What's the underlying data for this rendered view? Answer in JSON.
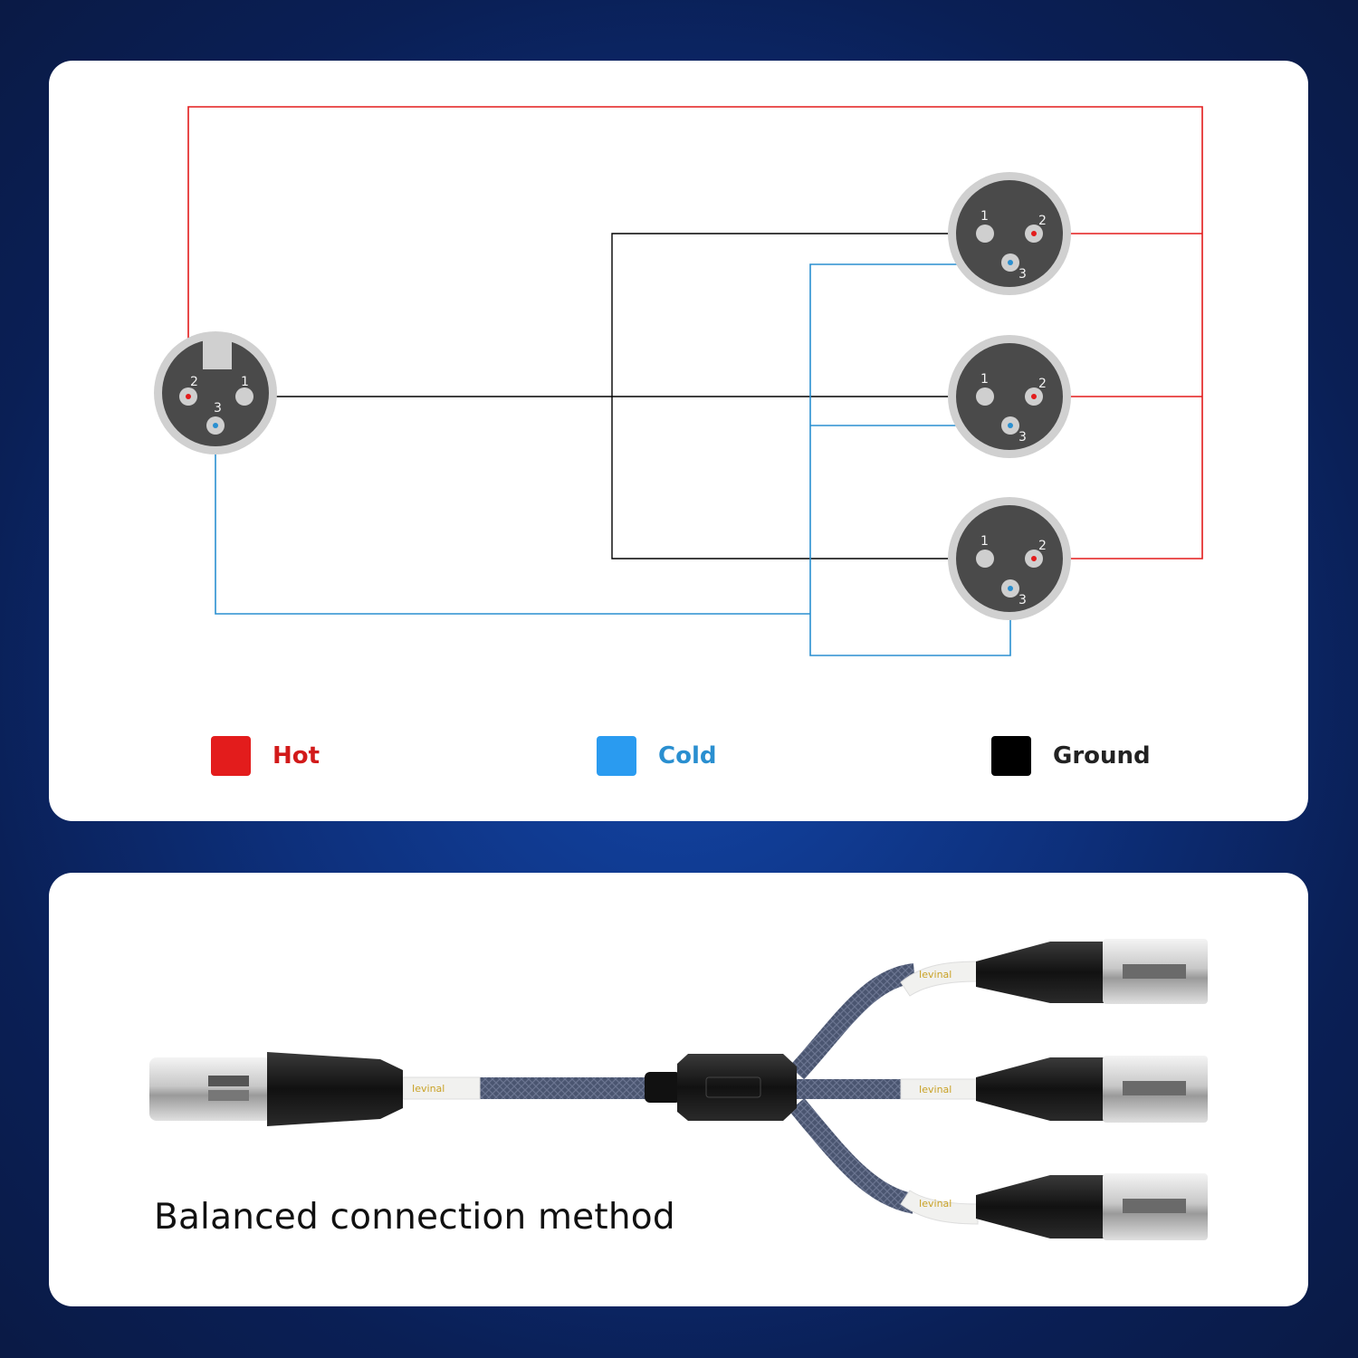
{
  "colors": {
    "hot": "#e31c1c",
    "cold": "#2a9bf0",
    "ground": "#000000",
    "background": "#0d2f7a"
  },
  "female_connector": {
    "pins": [
      "1",
      "2",
      "3"
    ]
  },
  "male_connectors": [
    {
      "pins": [
        "1",
        "2",
        "3"
      ]
    },
    {
      "pins": [
        "1",
        "2",
        "3"
      ]
    },
    {
      "pins": [
        "1",
        "2",
        "3"
      ]
    }
  ],
  "legend": [
    {
      "label": "Hot",
      "color": "#e31c1c"
    },
    {
      "label": "Cold",
      "color": "#2a9bf0"
    },
    {
      "label": "Ground",
      "color": "#000000"
    }
  ],
  "cable": {
    "brand_text": "Ievinal"
  },
  "caption": "Balanced connection method"
}
